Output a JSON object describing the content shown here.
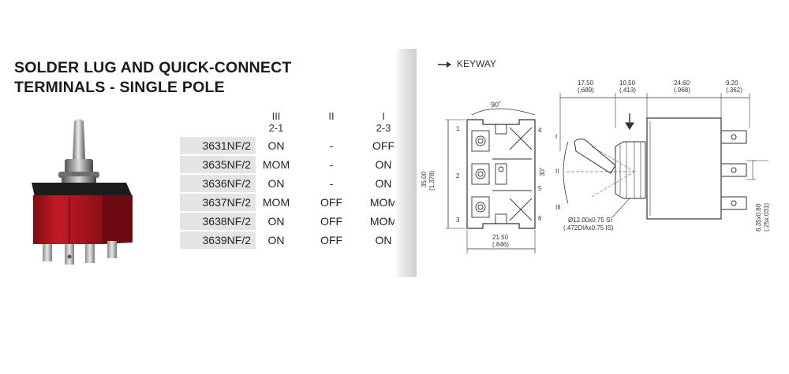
{
  "title": {
    "line1": "SOLDER LUG AND QUICK-CONNECT",
    "line2": "TERMINALS - SINGLE POLE"
  },
  "table": {
    "headers": [
      {
        "top": "III",
        "bottom": "2-1"
      },
      {
        "top": "II",
        "bottom": ""
      },
      {
        "top": "I",
        "bottom": "2-3"
      }
    ],
    "rows": [
      {
        "part": "3631NF/2",
        "c1": "ON",
        "c2": "-",
        "c3": "OFF"
      },
      {
        "part": "3635NF/2",
        "c1": "MOM",
        "c2": "-",
        "c3": "ON"
      },
      {
        "part": "3636NF/2",
        "c1": "ON",
        "c2": "-",
        "c3": "ON"
      },
      {
        "part": "3637NF/2",
        "c1": "MOM",
        "c2": "OFF",
        "c3": "MOM"
      },
      {
        "part": "3638NF/2",
        "c1": "ON",
        "c2": "OFF",
        "c3": "MOM"
      },
      {
        "part": "3639NF/2",
        "c1": "ON",
        "c2": "OFF",
        "c3": "ON"
      }
    ]
  },
  "drawing": {
    "keyway_label": "KEYWAY",
    "angle_top": "90˚",
    "angle_side": "30˚",
    "dim_height": "35.00",
    "dim_height_in": "(1.378)",
    "dim_width": "21.50",
    "dim_width_in": "(.846)",
    "dim_a": "17.50",
    "dim_a_in": "(.689)",
    "dim_b": "10.50",
    "dim_b_in": "(.413)",
    "dim_c": "24.60",
    "dim_c_in": "(.968)",
    "dim_d": "9.20",
    "dim_d_in": "(.362)",
    "thread_mm": "Ø12.00x0.75 SI",
    "thread_in": "(.472DIAx0.75 IS)",
    "tab_mm": "6.35x0.80",
    "tab_in": "(.25x.031)",
    "pin_labels": [
      "1",
      "2",
      "3",
      "4",
      "5",
      "6"
    ],
    "pos_labels": [
      "I",
      "II",
      "III"
    ]
  },
  "colors": {
    "switch_red": "#b3121e",
    "switch_black": "#1c1c1c",
    "metal": "#b8b8b8",
    "row_bg": "#e4e4e4"
  }
}
